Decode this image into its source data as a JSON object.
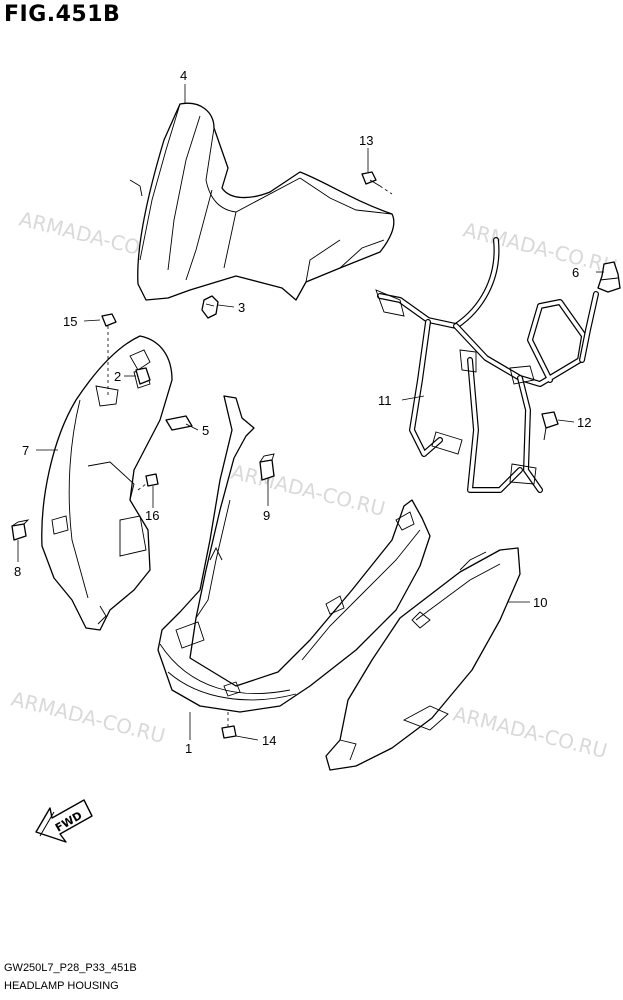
{
  "figure": {
    "title": "FIG.451B",
    "code": "GW250L7_P28_P33_451B",
    "name": "HEADLAMP HOUSING"
  },
  "watermark": "ARMADA-CO.RU",
  "fwd_label": "FWD",
  "callouts": [
    "1",
    "2",
    "3",
    "4",
    "5",
    "6",
    "7",
    "8",
    "9",
    "10",
    "11",
    "12",
    "13",
    "14",
    "15",
    "16"
  ]
}
